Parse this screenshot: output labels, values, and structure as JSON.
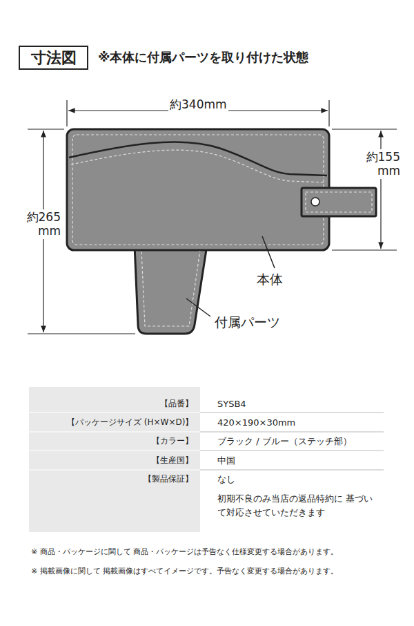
{
  "diagram": {
    "nodes": [
      {
        "text": [
          "寸法図"
        ]
      }
    ],
    "labels": [
      "※本体に付属パーツを取り付けた状態",
      "約340mm",
      "約155 mm",
      "約265 mm",
      "本体",
      "付属パーツ",
      "【品番】",
      "SYSB4",
      "【パッケージサイズ (H×W×D)】",
      "420×190×30mm",
      "【カラー】",
      "ブラック / ブルー（ステッチ部）",
      "【生産国】",
      "中国",
      "【製品保証】",
      "なし",
      "初期不良のみ当店の返品特約に 基づいて対応させていただきます",
      "※ 商品・パッケージに関して 商品・パッケージは予告なく仕様変更する場合があります。",
      "※ 掲載画像に関して 掲載画像はすべてイメージです。予告なく変更する場合があります。"
    ]
  }
}
